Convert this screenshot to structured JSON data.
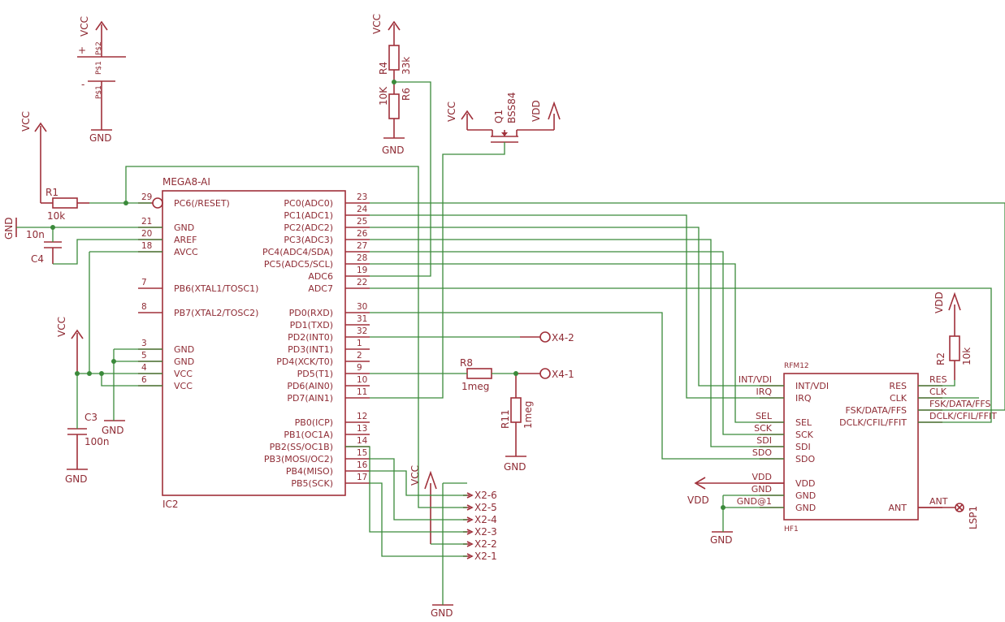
{
  "supply": {
    "vcc": "VCC",
    "gnd": "GND",
    "vdd": "VDD"
  },
  "battery": {
    "plus": "+",
    "minus": "-",
    "pin2": "P$2",
    "pin1": "P$1",
    "pin2b": "P$1",
    "pin1b": "P$1"
  },
  "parts": {
    "r1": {
      "ref": "R1",
      "val": "10k"
    },
    "r2": {
      "ref": "R2",
      "val": "10k"
    },
    "r4": {
      "ref": "R4",
      "val": "33k"
    },
    "r6": {
      "ref": "R6",
      "val": "10K"
    },
    "r8": {
      "ref": "R8",
      "val": "1meg"
    },
    "r11": {
      "ref": "R11",
      "val": "1meg"
    },
    "c3": {
      "ref": "C3",
      "val": "100n"
    },
    "c4": {
      "ref": "C4",
      "val": "10n"
    },
    "q1": {
      "ref": "Q1",
      "val": "BSS84"
    },
    "lsp1": {
      "ref": "LSP1"
    }
  },
  "mcu": {
    "name": "MEGA8-AI",
    "ref": "IC2",
    "left_pins": [
      {
        "num": "29",
        "name": "PC6(/RESET)"
      },
      {
        "num": "21",
        "name": "GND"
      },
      {
        "num": "20",
        "name": "AREF"
      },
      {
        "num": "18",
        "name": "AVCC"
      },
      {
        "num": "7",
        "name": "PB6(XTAL1/TOSC1)"
      },
      {
        "num": "8",
        "name": "PB7(XTAL2/TOSC2)"
      },
      {
        "num": "3",
        "name": "GND"
      },
      {
        "num": "5",
        "name": "GND"
      },
      {
        "num": "4",
        "name": "VCC"
      },
      {
        "num": "6",
        "name": "VCC"
      }
    ],
    "right_pins": [
      {
        "num": "23",
        "name": "PC0(ADC0)"
      },
      {
        "num": "24",
        "name": "PC1(ADC1)"
      },
      {
        "num": "25",
        "name": "PC2(ADC2)"
      },
      {
        "num": "26",
        "name": "PC3(ADC3)"
      },
      {
        "num": "27",
        "name": "PC4(ADC4/SDA)"
      },
      {
        "num": "28",
        "name": "PC5(ADC5/SCL)"
      },
      {
        "num": "19",
        "name": "ADC6"
      },
      {
        "num": "22",
        "name": "ADC7"
      },
      {
        "num": "30",
        "name": "PD0(RXD)"
      },
      {
        "num": "31",
        "name": "PD1(TXD)"
      },
      {
        "num": "32",
        "name": "PD2(INT0)"
      },
      {
        "num": "1",
        "name": "PD3(INT1)"
      },
      {
        "num": "2",
        "name": "PD4(XCK/T0)"
      },
      {
        "num": "9",
        "name": "PD5(T1)"
      },
      {
        "num": "10",
        "name": "PD6(AIN0)"
      },
      {
        "num": "11",
        "name": "PD7(AIN1)"
      },
      {
        "num": "12",
        "name": "PB0(ICP)"
      },
      {
        "num": "13",
        "name": "PB1(OC1A)"
      },
      {
        "num": "14",
        "name": "PB2(SS/OC1B)"
      },
      {
        "num": "15",
        "name": "PB3(MOSI/OC2)"
      },
      {
        "num": "16",
        "name": "PB4(MISO)"
      },
      {
        "num": "17",
        "name": "PB5(SCK)"
      }
    ]
  },
  "rf": {
    "name": "RFM12",
    "ref": "HF1",
    "left_pins": [
      "INT/VDI",
      "IRQ",
      "SEL",
      "SCK",
      "SDI",
      "SDO",
      "VDD",
      "GND",
      "GND"
    ],
    "right_pins": [
      "RES",
      "CLK",
      "FSK/DATA/FFS",
      "DCLK/CFIL/FFIT",
      "ANT"
    ],
    "left_nets": [
      "INT/VDI",
      "IRQ",
      "SEL",
      "SCK",
      "SDI",
      "SDO",
      "VDD",
      "GND",
      "GND@1"
    ],
    "right_nets": [
      "RES",
      "CLK",
      "FSK/DATA/FFS",
      "DCLK/CFIL/FFIT",
      "ANT"
    ]
  },
  "connectors": {
    "x2": [
      "X2-6",
      "X2-5",
      "X2-4",
      "X2-3",
      "X2-2",
      "X2-1"
    ],
    "x4": [
      "X4-2",
      "X4-1"
    ]
  }
}
